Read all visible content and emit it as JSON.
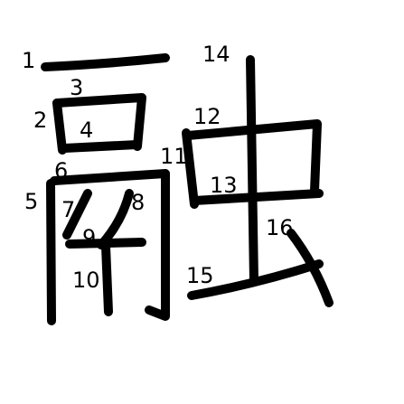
{
  "character": "融",
  "stroke_count": 16,
  "stroke_labels": [
    "1",
    "2",
    "3",
    "4",
    "5",
    "6",
    "7",
    "8",
    "9",
    "10",
    "11",
    "12",
    "13",
    "14",
    "15",
    "16"
  ],
  "colors": {
    "background": "#ffffff",
    "ink": "#000000"
  }
}
